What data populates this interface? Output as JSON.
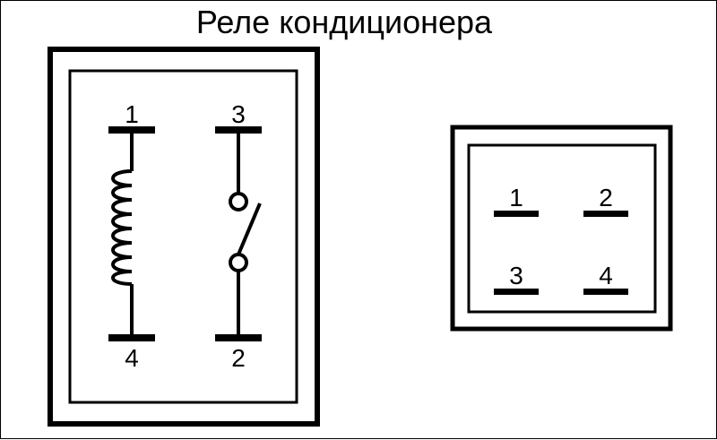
{
  "title": "Реле кондиционера",
  "schematic": {
    "pins": {
      "p1": "1",
      "p3": "3",
      "p4": "4",
      "p2": "2"
    }
  },
  "connector": {
    "pins": {
      "p1": "1",
      "p2": "2",
      "p3": "3",
      "p4": "4"
    }
  },
  "colors": {
    "line": "#000000",
    "background": "#ffffff"
  }
}
